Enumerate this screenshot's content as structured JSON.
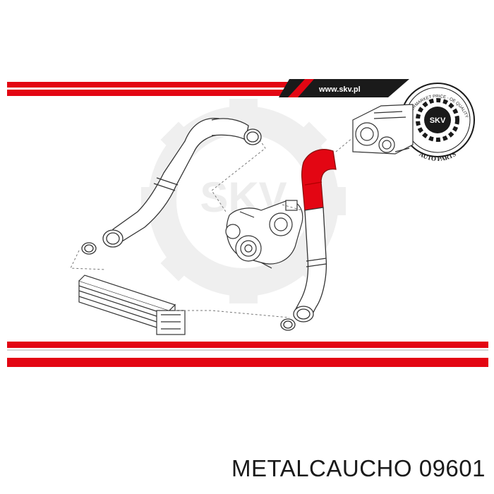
{
  "banner": {
    "website": "www.skv.pl",
    "accent_color": "#e30613",
    "dark_color": "#1a1a1a"
  },
  "seal": {
    "center_text": "SKV",
    "ring_text_top": "AFTERMARKET PRICE - OE QUALITY",
    "ring_text_bottom": "AUTO PARTS"
  },
  "watermark": {
    "text": "SKV"
  },
  "highlight_color": "#e30613",
  "caption": {
    "text": "METALCAUCHO 09601"
  }
}
